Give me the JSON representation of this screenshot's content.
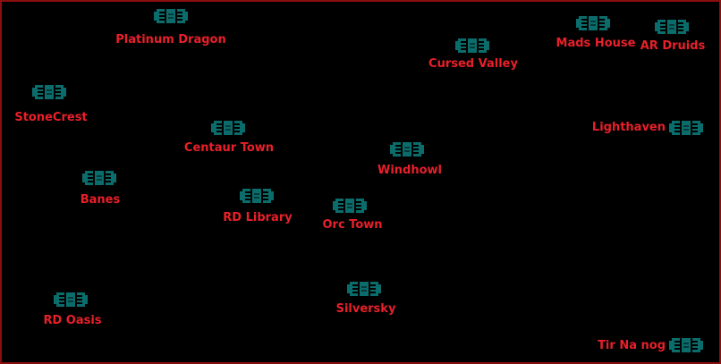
{
  "colors": {
    "background": "#000000",
    "border": "#8a0f0f",
    "label": "#e8202a",
    "icon_fill": "#0b6d6b",
    "icon_dark": "#063a39"
  },
  "locations": [
    {
      "id": "platinum-dragon",
      "name": "Platinum Dragon",
      "icon": "building-icon"
    },
    {
      "id": "cursed-valley",
      "name": "Cursed Valley",
      "icon": "building-icon"
    },
    {
      "id": "mads-house",
      "name": "Mads House",
      "icon": "building-icon"
    },
    {
      "id": "ar-druids",
      "name": "AR Druids",
      "icon": "building-icon"
    },
    {
      "id": "stonecrest",
      "name": "StoneCrest",
      "icon": "building-icon"
    },
    {
      "id": "centaur-town",
      "name": "Centaur Town",
      "icon": "building-icon"
    },
    {
      "id": "lighthaven",
      "name": "Lighthaven",
      "icon": "building-icon"
    },
    {
      "id": "windhowl",
      "name": "Windhowl",
      "icon": "building-icon"
    },
    {
      "id": "banes",
      "name": "Banes",
      "icon": "building-icon"
    },
    {
      "id": "rd-library",
      "name": "RD Library",
      "icon": "building-icon"
    },
    {
      "id": "orc-town",
      "name": "Orc Town",
      "icon": "building-icon"
    },
    {
      "id": "silversky",
      "name": "Silversky",
      "icon": "building-icon"
    },
    {
      "id": "rd-oasis",
      "name": "RD Oasis",
      "icon": "building-icon"
    },
    {
      "id": "tir-na-nog",
      "name": "Tir Na nog",
      "icon": "building-icon"
    }
  ]
}
